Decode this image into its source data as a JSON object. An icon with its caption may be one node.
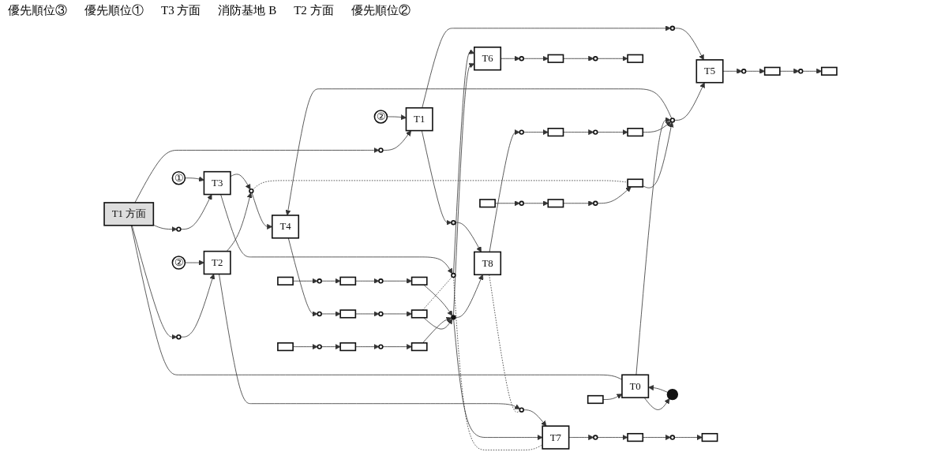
{
  "diagram": {
    "nodes": [
      {
        "text": [
          "T1 方面"
        ]
      },
      {
        "text": [],
        "shape": "bar"
      },
      {
        "text": [],
        "shape": "circle"
      },
      {
        "text": [],
        "shape": "bar"
      },
      {
        "text": [],
        "shape": "circle"
      },
      {
        "text": [],
        "shape": "bar"
      },
      {
        "text": [],
        "shape": "circle"
      },
      {
        "text": [],
        "shape": "circle"
      },
      {
        "text": [
          "T4"
        ]
      },
      {
        "text": [],
        "shape": "circle"
      },
      {
        "text": [],
        "shape": "bar"
      },
      {
        "text": [],
        "shape": "circle"
      },
      {
        "text": [],
        "shape": "bar"
      },
      {
        "text": [],
        "shape": "circle"
      },
      {
        "text": [],
        "shape": "circle"
      },
      {
        "text": [
          "T6"
        ]
      },
      {
        "text": [],
        "shape": "circle"
      },
      {
        "text": [],
        "shape": "bar"
      },
      {
        "text": [],
        "shape": "circle"
      },
      {
        "text": [],
        "shape": "bar"
      },
      {
        "text": [],
        "shape": "bar"
      },
      {
        "text": [],
        "shape": "circle"
      },
      {
        "text": [],
        "shape": "bar"
      },
      {
        "text": [],
        "shape": "circle"
      },
      {
        "text": [],
        "shape": "bar"
      },
      {
        "text": [
          "T8"
        ]
      },
      {
        "text": [],
        "shape": "circle"
      },
      {
        "text": [],
        "shape": "bar"
      },
      {
        "text": [],
        "shape": "circle"
      },
      {
        "text": [],
        "shape": "bar"
      },
      {
        "text": [
          "T5"
        ]
      },
      {
        "text": [],
        "shape": "circle"
      },
      {
        "text": [],
        "shape": "bar"
      },
      {
        "text": [],
        "shape": "circle"
      },
      {
        "text": [],
        "shape": "bar"
      },
      {
        "text": [],
        "shape": "circle"
      },
      {
        "text": [],
        "shape": "circle"
      },
      {
        "text": [],
        "shape": "circle"
      },
      {
        "text": [
          "T0"
        ]
      },
      {
        "text": [],
        "shape": "circle"
      },
      {
        "text": [],
        "shape": "box"
      },
      {
        "text": [
          "T1"
        ]
      },
      {
        "text": [
          "T2"
        ]
      },
      {
        "text": [
          "T3"
        ]
      },
      {
        "text": [],
        "shape": "circle"
      },
      {
        "text": [
          "②"
        ]
      },
      {
        "text": [],
        "shape": "circle"
      },
      {
        "text": [
          "②"
        ]
      },
      {
        "text": [],
        "shape": "circle"
      },
      {
        "text": [
          "①"
        ]
      },
      {
        "text": [],
        "shape": "bar"
      },
      {
        "text": [],
        "shape": "circle"
      },
      {
        "text": [],
        "shape": "bar"
      },
      {
        "text": [],
        "shape": "circle"
      },
      {
        "text": [],
        "shape": "bar"
      },
      {
        "text": [
          "T7"
        ]
      },
      {
        "text": [],
        "shape": "circle"
      },
      {
        "text": [],
        "shape": "bar"
      },
      {
        "text": [],
        "shape": "circle"
      },
      {
        "text": [],
        "shape": "bar"
      }
    ],
    "edges": [
      {
        "from": 1,
        "to": 2,
        "arrow": "to"
      },
      {
        "from": 2,
        "to": 3,
        "arrow": "to"
      },
      {
        "from": 3,
        "to": 4,
        "arrow": "to"
      },
      {
        "from": 4,
        "to": 5,
        "arrow": "to"
      },
      {
        "from": 5,
        "to": 6,
        "arrow": "to"
      },
      {
        "from": 6,
        "to": 8,
        "arrow": "to"
      },
      {
        "from": 7,
        "to": 8,
        "arrow": "to"
      },
      {
        "from": 8,
        "to": 9,
        "arrow": "to"
      },
      {
        "from": 9,
        "to": 10,
        "arrow": "to"
      },
      {
        "from": 10,
        "to": 11,
        "arrow": "to"
      },
      {
        "from": 11,
        "to": 12,
        "arrow": "to"
      },
      {
        "from": 12,
        "to": 13,
        "arrow": "to"
      },
      {
        "from": 13,
        "to": 15,
        "arrow": "to"
      },
      {
        "from": 14,
        "to": 15,
        "arrow": "to"
      },
      {
        "from": 15,
        "to": 16,
        "arrow": "to"
      },
      {
        "from": 16,
        "to": 17,
        "arrow": "to"
      },
      {
        "from": 17,
        "to": 18,
        "arrow": "to"
      },
      {
        "from": 18,
        "to": 19,
        "arrow": "to"
      },
      {
        "from": 20,
        "to": 21,
        "arrow": "to"
      },
      {
        "from": 21,
        "to": 22,
        "arrow": "to"
      },
      {
        "from": 22,
        "to": 23,
        "arrow": "to"
      },
      {
        "from": 23,
        "to": 24,
        "arrow": "to"
      },
      {
        "from": 24,
        "to": 13,
        "arrow": "to"
      },
      {
        "from": 13,
        "to": 25,
        "arrow": "to"
      },
      {
        "from": 25,
        "to": 26,
        "arrow": "to"
      },
      {
        "from": 26,
        "to": 27,
        "arrow": "to"
      },
      {
        "from": 27,
        "to": 28,
        "arrow": "to"
      },
      {
        "from": 28,
        "to": 29,
        "arrow": "to"
      },
      {
        "from": 29,
        "to": 6,
        "arrow": "to"
      },
      {
        "from": 6,
        "to": 30,
        "arrow": "to"
      },
      {
        "from": 30,
        "to": 31,
        "arrow": "to"
      },
      {
        "from": 31,
        "to": 32,
        "arrow": "to"
      },
      {
        "from": 32,
        "to": 33,
        "arrow": "to"
      },
      {
        "from": 33,
        "to": 34,
        "arrow": "to"
      },
      {
        "from": 35,
        "to": 30,
        "arrow": "to"
      },
      {
        "from": 36,
        "to": 25,
        "arrow": "to"
      },
      {
        "from": 7,
        "to": 5,
        "arrow": "none",
        "style": "dashed"
      },
      {
        "from": 12,
        "to": 14,
        "arrow": "none",
        "style": "dashed"
      },
      {
        "from": 25,
        "to": 37,
        "arrow": "none",
        "style": "dashed"
      },
      {
        "from": 14,
        "to": 55,
        "arrow": "none",
        "style": "dashed"
      },
      {
        "from": 38,
        "to": 39,
        "arrow": "to"
      },
      {
        "from": 39,
        "to": 38,
        "arrow": "to"
      },
      {
        "from": 40,
        "to": 38,
        "arrow": "to"
      },
      {
        "from": 38,
        "to": 6,
        "arrow": "to"
      },
      {
        "from": 0,
        "to": 38,
        "arrow": "none"
      },
      {
        "from": 0,
        "to": 44,
        "arrow": "to"
      },
      {
        "from": 0,
        "to": 46,
        "arrow": "to"
      },
      {
        "from": 0,
        "to": 48,
        "arrow": "to"
      },
      {
        "from": 44,
        "to": 41,
        "arrow": "to"
      },
      {
        "from": 45,
        "to": 41,
        "arrow": "to"
      },
      {
        "from": 46,
        "to": 42,
        "arrow": "to"
      },
      {
        "from": 47,
        "to": 42,
        "arrow": "to"
      },
      {
        "from": 48,
        "to": 43,
        "arrow": "to"
      },
      {
        "from": 49,
        "to": 43,
        "arrow": "to"
      },
      {
        "from": 41,
        "to": 35,
        "arrow": "to"
      },
      {
        "from": 41,
        "to": 36,
        "arrow": "to"
      },
      {
        "from": 42,
        "to": 7,
        "arrow": "to"
      },
      {
        "from": 42,
        "to": 37,
        "arrow": "to"
      },
      {
        "from": 43,
        "to": 7,
        "arrow": "to"
      },
      {
        "from": 43,
        "to": 14,
        "arrow": "to"
      },
      {
        "from": 13,
        "to": 55,
        "arrow": "to"
      },
      {
        "from": 37,
        "to": 55,
        "arrow": "to"
      },
      {
        "from": 55,
        "to": 56,
        "arrow": "to"
      },
      {
        "from": 56,
        "to": 57,
        "arrow": "to"
      },
      {
        "from": 57,
        "to": 58,
        "arrow": "to"
      },
      {
        "from": 58,
        "to": 59,
        "arrow": "to"
      },
      {
        "from": 54,
        "to": 53,
        "arrow": "to"
      },
      {
        "from": 53,
        "to": 52,
        "arrow": "to"
      },
      {
        "from": 52,
        "to": 51,
        "arrow": "to"
      },
      {
        "from": 51,
        "to": 50,
        "arrow": "to"
      },
      {
        "from": 50,
        "to": 13,
        "arrow": "to"
      }
    ],
    "labels": [
      "優先順位③",
      "優先順位①",
      "T3 方面",
      "消防基地 B",
      "T2 方面",
      "優先順位②"
    ]
  }
}
